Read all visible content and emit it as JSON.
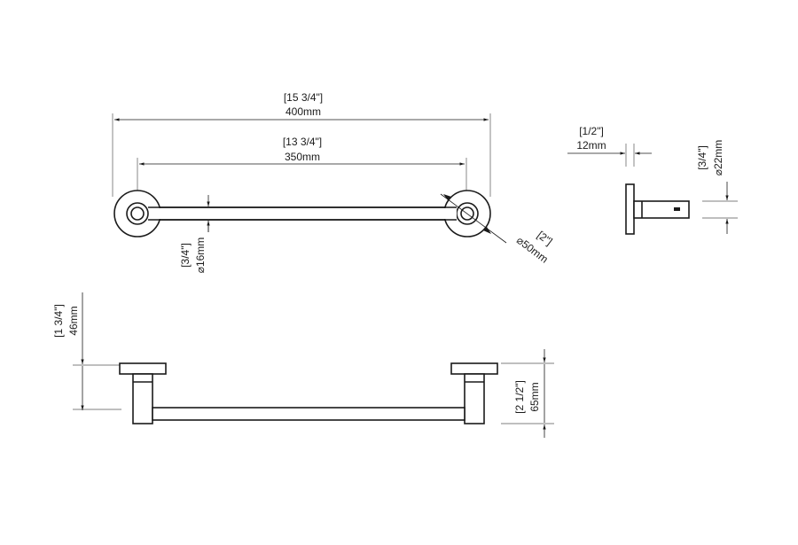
{
  "top_view": {
    "overall_length_in": "[15 3/4\"]",
    "overall_length_mm": "400mm",
    "center_distance_in": "[13 3/4\"]",
    "center_distance_mm": "350mm",
    "bar_diameter_in": "[3/4\"]",
    "bar_diameter_mm": "⌀16mm",
    "flange_diameter_in": "[2\"]",
    "flange_diameter_mm": "⌀50mm"
  },
  "side_view": {
    "thickness_in": "[1/2\"]",
    "thickness_mm": "12mm",
    "post_diameter_in": "[3/4\"]",
    "post_diameter_mm": "⌀22mm"
  },
  "front_view": {
    "bar_center_height_in": "[1 3/4\"]",
    "bar_center_height_mm": "46mm",
    "projection_in": "[2 1/2\"]",
    "projection_mm": "65mm"
  },
  "colors": {
    "line": "#1a1a1a",
    "background": "#ffffff"
  }
}
